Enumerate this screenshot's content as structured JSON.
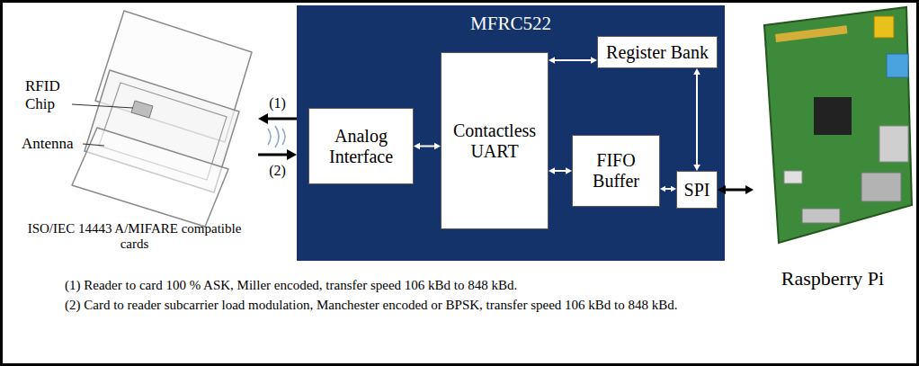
{
  "diagram": {
    "nodes": [
      {
        "text": [
          "ISO/IEC 14443 A/MIFARE compatible cards"
        ]
      },
      {
        "text": [
          "MFRC522"
        ]
      },
      {
        "text": [
          "Analog Interface"
        ],
        "in": 1
      },
      {
        "text": [
          "Contactless UART"
        ],
        "in": 1
      },
      {
        "text": [
          "Register Bank"
        ],
        "in": 1
      },
      {
        "text": [
          "FIFO Buffer"
        ],
        "in": 1
      },
      {
        "text": [
          "SPI"
        ],
        "in": 1
      },
      {
        "text": [
          "Raspberry Pi"
        ]
      }
    ],
    "edges": [
      {
        "from": 1,
        "to": 0,
        "arrow": "to",
        "label": "(1)"
      },
      {
        "from": 0,
        "to": 1,
        "arrow": "to",
        "label": "(2)"
      },
      {
        "from": 2,
        "to": 3,
        "arrow": "both"
      },
      {
        "from": 3,
        "to": 4,
        "arrow": "both"
      },
      {
        "from": 3,
        "to": 5,
        "arrow": "both"
      },
      {
        "from": 4,
        "to": 6,
        "arrow": "both"
      },
      {
        "from": 5,
        "to": 6,
        "arrow": "both"
      },
      {
        "from": 6,
        "to": 7,
        "arrow": "both"
      }
    ],
    "labels": [
      "RFID Chip",
      "Antenna",
      "(1) Reader to card 100 % ASK, Miller encoded, transfer speed 106 kBd to 848 kBd.",
      "(2) Card to reader subcarrier load modulation, Manchester encoded or BPSK, transfer speed 106 kBd to 848 kBd."
    ]
  }
}
